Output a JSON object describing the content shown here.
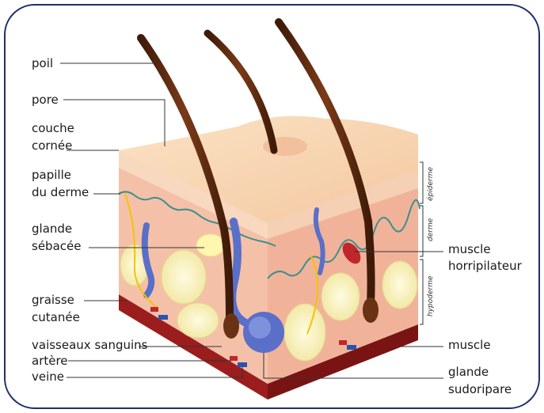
{
  "labels": {
    "poil": "poil",
    "pore": "pore",
    "couche_line1": "couche",
    "couche_line2": "cornée",
    "papille_line1": "papille",
    "papille_line2": "du derme",
    "glande_seb_line1": "glande",
    "glande_seb_line2": "sébacée",
    "graisse_line1": "graisse",
    "graisse_line2": "cutanée",
    "vaisseaux": "vaisseaux sanguins",
    "artere": "artère",
    "veine": "veine",
    "muscle_horri_line1": "muscle",
    "muscle_horri_line2": "horripilateur",
    "muscle": "muscle",
    "glande_sud_line1": "glande",
    "glande_sud_line2": "sudoripare"
  },
  "layer_labels": {
    "epiderme": "épiderme",
    "derme": "derme",
    "hypoderme": "hypoderme"
  },
  "colors": {
    "frame": "#1f2f6e",
    "hair": "#5a2a10",
    "skin_top": "#f7d4b0",
    "epidermis": "#f5c8a8",
    "dermis": "#f2b9a3",
    "fat": "#f7f0c0",
    "vessel_blue": "#5a6fc8",
    "muscle_red": "#8b1a1a"
  }
}
